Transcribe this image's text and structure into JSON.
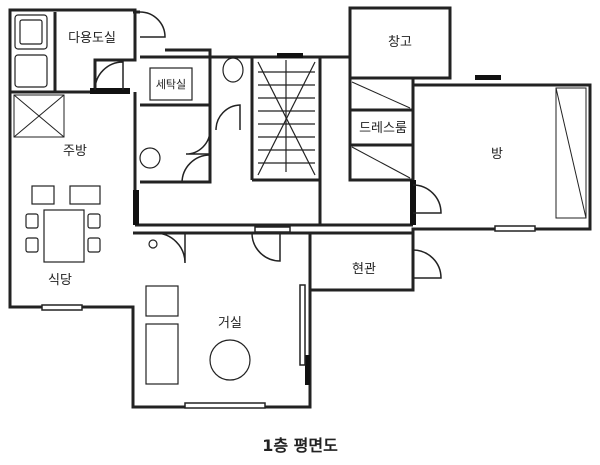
{
  "caption": "1층 평면도",
  "rooms": {
    "utility": "다용도실",
    "storage": "창고",
    "laundry": "세탁실",
    "kitchen": "주방",
    "dressing": "드레스룸",
    "bedroom": "방",
    "dining": "식당",
    "entrance": "현관",
    "living": "거실"
  }
}
